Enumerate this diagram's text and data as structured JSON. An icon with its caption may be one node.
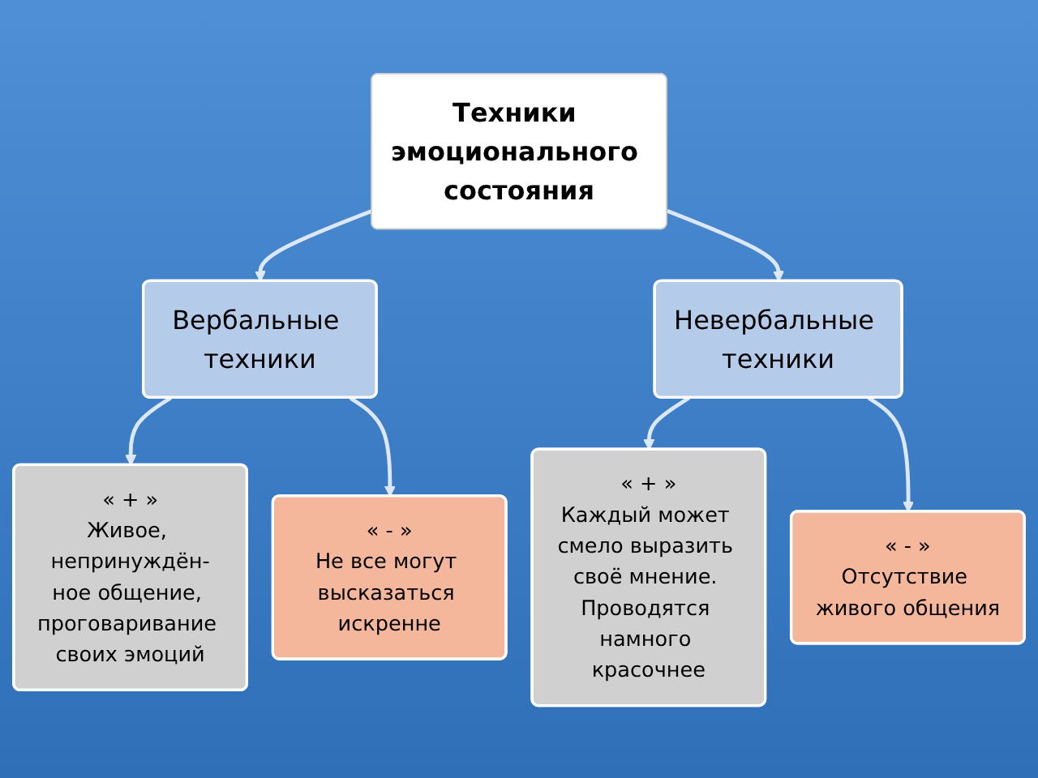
{
  "diagram": {
    "nodes": [
      {
        "text": [
          "Техники эмоционального состояния"
        ]
      },
      {
        "text": [
          "Вербальные техники"
        ]
      },
      {
        "text": [
          "Невербальные техники"
        ]
      },
      {
        "text": [
          "« + »",
          "Живое, непринуждён-ное общение, проговаривание своих эмоций"
        ]
      },
      {
        "text": [
          "« - »",
          "Не все могут высказаться искренне"
        ]
      },
      {
        "text": [
          "« + »",
          "Каждый может смело выразить своё мнение. Проводятся намного красочнее"
        ]
      },
      {
        "text": [
          "« - »",
          "Отсутствие живого общения"
        ]
      }
    ],
    "edges": [
      {
        "from": 0,
        "to": 1,
        "arrow": "to"
      },
      {
        "from": 0,
        "to": 2,
        "arrow": "to"
      },
      {
        "from": 1,
        "to": 3,
        "arrow": "to"
      },
      {
        "from": 1,
        "to": 4,
        "arrow": "to"
      },
      {
        "from": 2,
        "to": 5,
        "arrow": "to"
      },
      {
        "from": 2,
        "to": 6,
        "arrow": "to"
      }
    ]
  }
}
